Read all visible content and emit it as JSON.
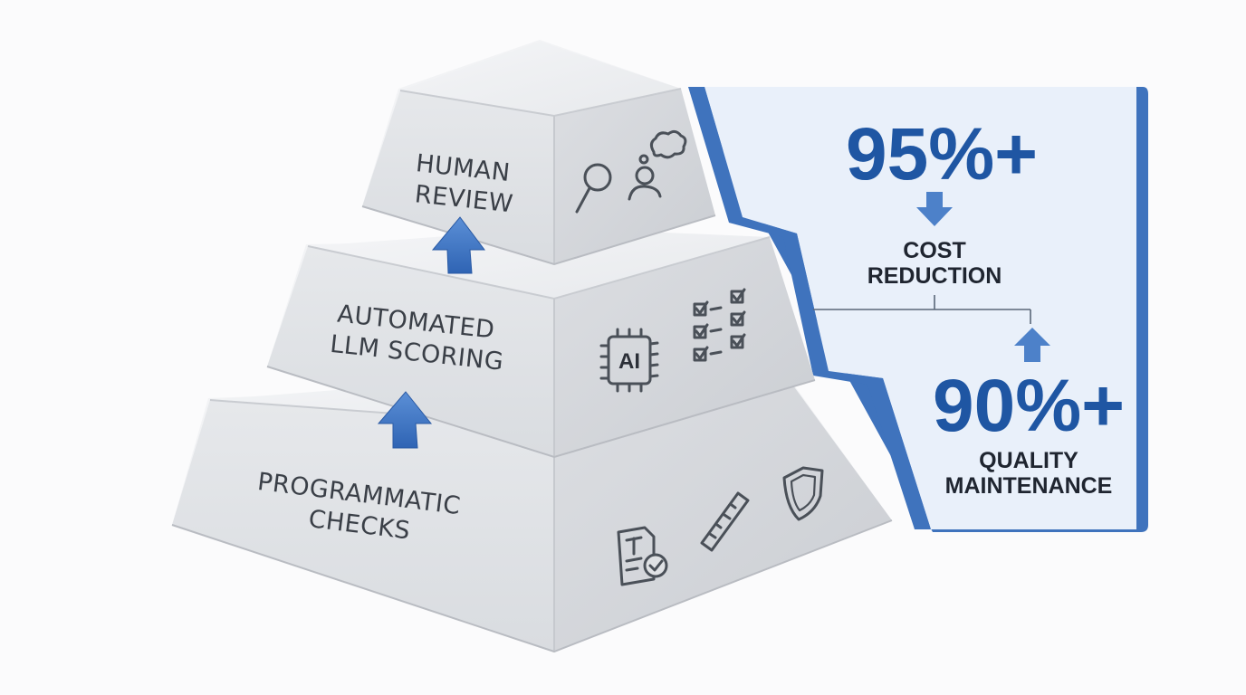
{
  "tiers": {
    "top": {
      "line1": "HUMAN",
      "line2": "REVIEW",
      "icons": [
        "magnifier-icon",
        "person-thinking-icon"
      ]
    },
    "middle": {
      "line1": "AUTOMATED",
      "line2": "LLM SCORING",
      "chip_text": "AI",
      "icons": [
        "ai-chip-icon",
        "checklist-icon"
      ]
    },
    "bottom": {
      "line1": "PROGRAMMATIC",
      "line2": "CHECKS",
      "icons": [
        "document-check-icon",
        "ruler-icon",
        "shield-icon"
      ]
    }
  },
  "stats": {
    "cost": {
      "value": "95%+",
      "line1": "COST",
      "line2": "REDUCTION"
    },
    "quality": {
      "value": "90%+",
      "line1": "QUALITY",
      "line2": "MAINTENANCE"
    }
  },
  "colors": {
    "accent": "#3f73bd",
    "panel": "#e9f0fa",
    "stat_number": "#1f56a3",
    "block_top": "#f0f1f3",
    "block_front": "#e1e3e6",
    "block_side": "#d3d5d9"
  }
}
